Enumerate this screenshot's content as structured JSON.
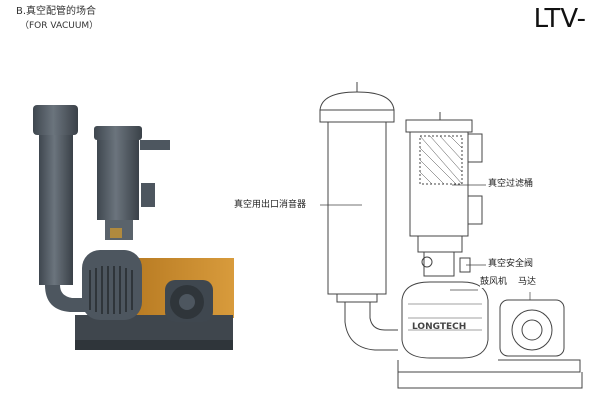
{
  "header": {
    "title": "B.真空配管的场合",
    "subtitle": "（FOR VACUUM）",
    "model_code": "LTV-"
  },
  "diagram": {
    "brand": "LONGTECH",
    "labels": {
      "exhaust_silencer": "真空用出口消音器",
      "vacuum_filter": "真空过滤桶",
      "safety_valve": "真空安全阀",
      "blower": "鼓风机",
      "motor": "马达"
    }
  },
  "colors": {
    "photo_body": "#4d565f",
    "photo_dark": "#333a41",
    "photo_frame": "#c98a2a",
    "line_drawing": "#444444"
  }
}
